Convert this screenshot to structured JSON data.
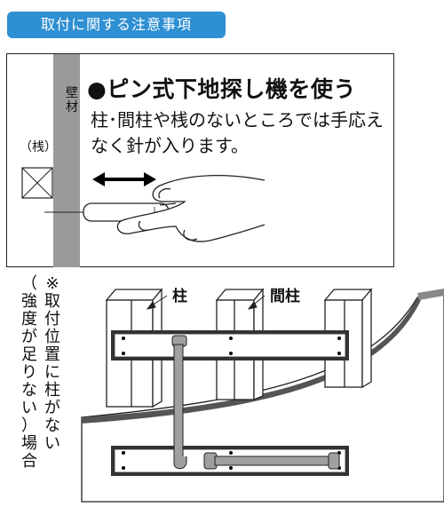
{
  "header": {
    "title": "取付に関する注意事項"
  },
  "top_panel": {
    "heading": "●ピン式下地探し機を使う",
    "description": "柱･間柱や桟のないところでは手応えなく針が入ります。",
    "stud_label": "（桟）",
    "wall_label": "壁材"
  },
  "bottom_diagram": {
    "note_line1": "※取付位置に柱がない",
    "note_line2": "（強度が足りない）場合",
    "pillar_label": "柱",
    "stud_label": "間柱"
  },
  "colors": {
    "header_bg": "#2e8fd2",
    "wall": "#9a9a9a",
    "board": "#333333",
    "rail": "#a0a0a0"
  }
}
